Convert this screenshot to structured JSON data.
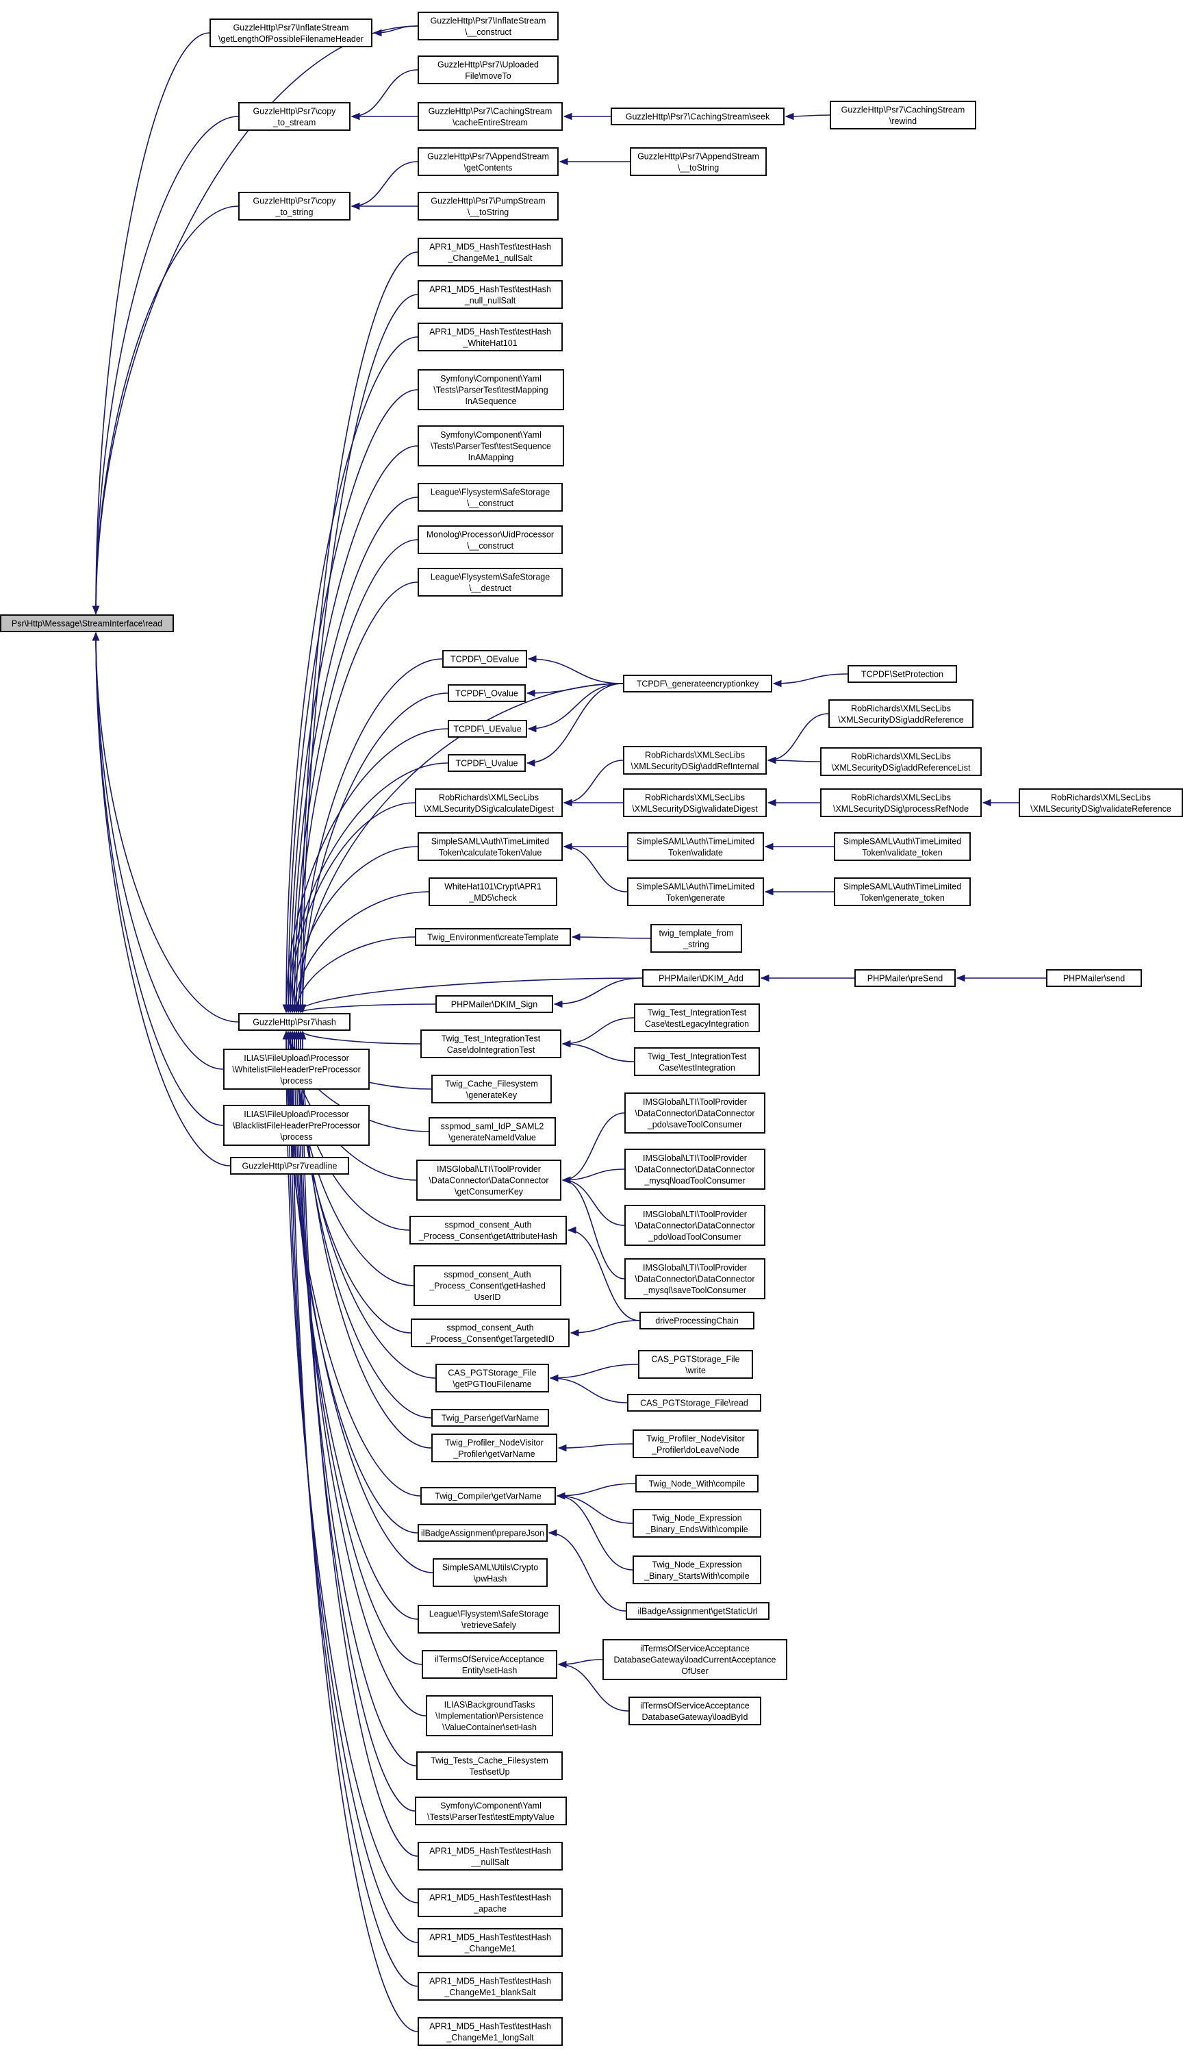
{
  "graph": {
    "root": "Psr\\Http\\Message\\StreamInterface\\read",
    "nodes": {
      "root": [
        "Psr\\Http\\Message\\StreamInterface\\read"
      ],
      "ifs_c": [
        "GuzzleHttp\\Psr7\\InflateStream",
        "\\__construct"
      ],
      "ifs_g": [
        "GuzzleHttp\\Psr7\\InflateStream",
        "\\getLengthOfPossibleFilenameHeader"
      ],
      "cts": [
        "GuzzleHttp\\Psr7\\copy",
        "_to_stream"
      ],
      "uf_m": [
        "GuzzleHttp\\Psr7\\Uploaded",
        "File\\moveTo"
      ],
      "cs_c": [
        "GuzzleHttp\\Psr7\\CachingStream",
        "\\cacheEntireStream"
      ],
      "cs_s": [
        "GuzzleHttp\\Psr7\\CachingStream\\seek"
      ],
      "cs_r": [
        "GuzzleHttp\\Psr7\\CachingStream",
        "\\rewind"
      ],
      "ctstr": [
        "GuzzleHttp\\Psr7\\copy",
        "_to_string"
      ],
      "as_g": [
        "GuzzleHttp\\Psr7\\AppendStream",
        "\\getContents"
      ],
      "as_t": [
        "GuzzleHttp\\Psr7\\AppendStream",
        "\\__toString"
      ],
      "ps_t": [
        "GuzzleHttp\\Psr7\\PumpStream",
        "\\__toString"
      ],
      "apr1": [
        "APR1_MD5_HashTest\\testHash",
        "_ChangeMe1_nullSalt"
      ],
      "apr2": [
        "APR1_MD5_HashTest\\testHash",
        "_null_nullSalt"
      ],
      "apr3": [
        "APR1_MD5_HashTest\\testHash",
        "_WhiteHat101"
      ],
      "yml1": [
        "Symfony\\Component\\Yaml",
        "\\Tests\\ParserTest\\testMapping",
        "InASequence"
      ],
      "yml2": [
        "Symfony\\Component\\Yaml",
        "\\Tests\\ParserTest\\testSequence",
        "InAMapping"
      ],
      "lfs_c": [
        "League\\Flysystem\\SafeStorage",
        "\\__construct"
      ],
      "mono": [
        "Monolog\\Processor\\UidProcessor",
        "\\__construct"
      ],
      "lfs_d": [
        "League\\Flysystem\\SafeStorage",
        "\\__destruct"
      ],
      "tc_oe": [
        "TCPDF\\_OEvalue"
      ],
      "tc_ov": [
        "TCPDF\\_Ovalue"
      ],
      "tc_ue": [
        "TCPDF\\_UEvalue"
      ],
      "tc_uv": [
        "TCPDF\\_Uvalue"
      ],
      "tc_gen": [
        "TCPDF\\_generateencryptionkey"
      ],
      "tc_sp": [
        "TCPDF\\SetProtection"
      ],
      "rr_add": [
        "RobRichards\\XMLSecLibs",
        "\\XMLSecurityDSig\\addReference"
      ],
      "rr_ari": [
        "RobRichards\\XMLSecLibs",
        "\\XMLSecurityDSig\\addRefInternal"
      ],
      "rr_arl": [
        "RobRichards\\XMLSecLibs",
        "\\XMLSecurityDSig\\addReferenceList"
      ],
      "rr_cd": [
        "RobRichards\\XMLSecLibs",
        "\\XMLSecurityDSig\\calculateDigest"
      ],
      "rr_vd": [
        "RobRichards\\XMLSecLibs",
        "\\XMLSecurityDSig\\validateDigest"
      ],
      "rr_prn": [
        "RobRichards\\XMLSecLibs",
        "\\XMLSecurityDSig\\processRefNode"
      ],
      "rr_vr": [
        "RobRichards\\XMLSecLibs",
        "\\XMLSecurityDSig\\validateReference"
      ],
      "ss_ctv": [
        "SimpleSAML\\Auth\\TimeLimited",
        "Token\\calculateTokenValue"
      ],
      "ss_v": [
        "SimpleSAML\\Auth\\TimeLimited",
        "Token\\validate"
      ],
      "ss_vt": [
        "SimpleSAML\\Auth\\TimeLimited",
        "Token\\validate_token"
      ],
      "ss_g": [
        "SimpleSAML\\Auth\\TimeLimited",
        "Token\\generate"
      ],
      "ss_gt": [
        "SimpleSAML\\Auth\\TimeLimited",
        "Token\\generate_token"
      ],
      "wh": [
        "WhiteHat101\\Crypt\\APR1",
        "_MD5\\check"
      ],
      "tw_ct": [
        "Twig_Environment\\createTemplate"
      ],
      "tw_tfs": [
        "twig_template_from",
        "_string"
      ],
      "hash": [
        "GuzzleHttp\\Psr7\\hash"
      ],
      "pm_da": [
        "PHPMailer\\DKIM_Add"
      ],
      "pm_ps": [
        "PHPMailer\\preSend"
      ],
      "pm_s": [
        "PHPMailer\\send"
      ],
      "pm_ds": [
        "PHPMailer\\DKIM_Sign"
      ],
      "tw_li": [
        "Twig_Test_IntegrationTest",
        "Case\\testLegacyIntegration"
      ],
      "tw_dit": [
        "Twig_Test_IntegrationTest",
        "Case\\doIntegrationTest"
      ],
      "tw_ti": [
        "Twig_Test_IntegrationTest",
        "Case\\testIntegration"
      ],
      "tw_cf": [
        "Twig_Cache_Filesystem",
        "\\generateKey"
      ],
      "ims_pdo_s": [
        "IMSGlobal\\LTI\\ToolProvider",
        "\\DataConnector\\DataConnector",
        "_pdo\\saveToolConsumer"
      ],
      "sspm_saml": [
        "sspmod_saml_IdP_SAML2",
        "\\generateNameIdValue"
      ],
      "ims_my_l": [
        "IMSGlobal\\LTI\\ToolProvider",
        "\\DataConnector\\DataConnector",
        "_mysql\\loadToolConsumer"
      ],
      "ims_gck": [
        "IMSGlobal\\LTI\\ToolProvider",
        "\\DataConnector\\DataConnector",
        "\\getConsumerKey"
      ],
      "ims_pdo_l": [
        "IMSGlobal\\LTI\\ToolProvider",
        "\\DataConnector\\DataConnector",
        "_pdo\\loadToolConsumer"
      ],
      "sc_gah": [
        "sspmod_consent_Auth",
        "_Process_Consent\\getAttributeHash"
      ],
      "ims_my_s": [
        "IMSGlobal\\LTI\\ToolProvider",
        "\\DataConnector\\DataConnector",
        "_mysql\\saveToolConsumer"
      ],
      "sc_ghu": [
        "sspmod_consent_Auth",
        "_Process_Consent\\getHashed",
        "UserID"
      ],
      "sc_gti": [
        "sspmod_consent_Auth",
        "_Process_Consent\\getTargetedID"
      ],
      "dpc": [
        "driveProcessingChain"
      ],
      "cas_g": [
        "CAS_PGTStorage_File",
        "\\getPGTIouFilename"
      ],
      "cas_w": [
        "CAS_PGTStorage_File",
        "\\write"
      ],
      "cas_r": [
        "CAS_PGTStorage_File\\read"
      ],
      "tw_p": [
        "Twig_Parser\\getVarName"
      ],
      "tw_pv": [
        "Twig_Profiler_NodeVisitor",
        "_Profiler\\getVarName"
      ],
      "tw_pvl": [
        "Twig_Profiler_NodeVisitor",
        "_Profiler\\doLeaveNode"
      ],
      "tw_c": [
        "Twig_Compiler\\getVarName"
      ],
      "tw_nw": [
        "Twig_Node_With\\compile"
      ],
      "tw_bew": [
        "Twig_Node_Expression",
        "_Binary_EndsWith\\compile"
      ],
      "il_pj": [
        "ilBadgeAssignment\\prepareJson"
      ],
      "tw_bsw": [
        "Twig_Node_Expression",
        "_Binary_StartsWith\\compile"
      ],
      "ssu_pw": [
        "SimpleSAML\\Utils\\Crypto",
        "\\pwHash"
      ],
      "il_gsu": [
        "ilBadgeAssignment\\getStaticUrl"
      ],
      "lfs_r": [
        "League\\Flysystem\\SafeStorage",
        "\\retrieveSafely"
      ],
      "il_tos_s": [
        "ilTermsOfServiceAcceptance",
        "Entity\\setHash"
      ],
      "il_tos_lc": [
        "ilTermsOfServiceAcceptance",
        "DatabaseGateway\\loadCurrentAcceptance",
        "OfUser"
      ],
      "il_tos_lb": [
        "ilTermsOfServiceAcceptance",
        "DatabaseGateway\\loadById"
      ],
      "ilias_bt": [
        "ILIAS\\BackgroundTasks",
        "\\Implementation\\Persistence",
        "\\ValueContainer\\setHash"
      ],
      "tw_tcf": [
        "Twig_Tests_Cache_Filesystem",
        "Test\\setUp"
      ],
      "yml3": [
        "Symfony\\Component\\Yaml",
        "\\Tests\\ParserTest\\testEmptyValue"
      ],
      "apr4": [
        "APR1_MD5_HashTest\\testHash",
        "__nullSalt"
      ],
      "apr5": [
        "APR1_MD5_HashTest\\testHash",
        "_apache"
      ],
      "apr6": [
        "APR1_MD5_HashTest\\testHash",
        "_ChangeMe1"
      ],
      "apr7": [
        "APR1_MD5_HashTest\\testHash",
        "_ChangeMe1_blankSalt"
      ],
      "apr8": [
        "APR1_MD5_HashTest\\testHash",
        "_ChangeMe1_longSalt"
      ],
      "ilias_wl": [
        "ILIAS\\FileUpload\\Processor",
        "\\WhitelistFileHeaderPreProcessor",
        "\\process"
      ],
      "ilias_bl": [
        "ILIAS\\FileUpload\\Processor",
        "\\BlacklistFileHeaderPreProcessor",
        "\\process"
      ],
      "rl": [
        "GuzzleHttp\\Psr7\\readline"
      ]
    },
    "edges": [
      [
        "root",
        "ifs_c"
      ],
      [
        "root",
        "ifs_g"
      ],
      [
        "root",
        "cts"
      ],
      [
        "root",
        "ctstr"
      ],
      [
        "root",
        "hash"
      ],
      [
        "root",
        "ilias_wl"
      ],
      [
        "root",
        "ilias_bl"
      ],
      [
        "root",
        "rl"
      ],
      [
        "ifs_g",
        "ifs_c"
      ],
      [
        "cts",
        "uf_m"
      ],
      [
        "cts",
        "cs_c"
      ],
      [
        "cs_c",
        "cs_s"
      ],
      [
        "cs_s",
        "cs_r"
      ],
      [
        "ctstr",
        "as_g"
      ],
      [
        "ctstr",
        "ps_t"
      ],
      [
        "as_g",
        "as_t"
      ],
      [
        "hash",
        "apr1"
      ],
      [
        "hash",
        "apr2"
      ],
      [
        "hash",
        "apr3"
      ],
      [
        "hash",
        "yml1"
      ],
      [
        "hash",
        "yml2"
      ],
      [
        "hash",
        "lfs_c"
      ],
      [
        "hash",
        "mono"
      ],
      [
        "hash",
        "lfs_d"
      ],
      [
        "hash",
        "tc_gen"
      ],
      [
        "hash",
        "tc_oe"
      ],
      [
        "hash",
        "tc_ov"
      ],
      [
        "hash",
        "tc_ue"
      ],
      [
        "hash",
        "tc_uv"
      ],
      [
        "hash",
        "rr_cd"
      ],
      [
        "hash",
        "ss_ctv"
      ],
      [
        "hash",
        "wh"
      ],
      [
        "hash",
        "tw_ct"
      ],
      [
        "hash",
        "pm_da"
      ],
      [
        "hash",
        "pm_ds"
      ],
      [
        "hash",
        "tw_dit"
      ],
      [
        "hash",
        "tw_cf"
      ],
      [
        "hash",
        "sspm_saml"
      ],
      [
        "hash",
        "ims_gck"
      ],
      [
        "hash",
        "sc_gah"
      ],
      [
        "hash",
        "sc_ghu"
      ],
      [
        "hash",
        "sc_gti"
      ],
      [
        "hash",
        "cas_g"
      ],
      [
        "hash",
        "tw_p"
      ],
      [
        "hash",
        "tw_pv"
      ],
      [
        "hash",
        "tw_c"
      ],
      [
        "hash",
        "il_pj"
      ],
      [
        "hash",
        "ssu_pw"
      ],
      [
        "hash",
        "lfs_r"
      ],
      [
        "hash",
        "il_tos_s"
      ],
      [
        "hash",
        "ilias_bt"
      ],
      [
        "hash",
        "tw_tcf"
      ],
      [
        "hash",
        "yml3"
      ],
      [
        "hash",
        "apr4"
      ],
      [
        "hash",
        "apr5"
      ],
      [
        "hash",
        "apr6"
      ],
      [
        "hash",
        "apr7"
      ],
      [
        "hash",
        "apr8"
      ],
      [
        "tc_oe",
        "tc_gen"
      ],
      [
        "tc_ov",
        "tc_gen"
      ],
      [
        "tc_ue",
        "tc_gen"
      ],
      [
        "tc_uv",
        "tc_gen"
      ],
      [
        "tc_gen",
        "tc_sp"
      ],
      [
        "rr_cd",
        "rr_ari"
      ],
      [
        "rr_cd",
        "rr_vd"
      ],
      [
        "rr_ari",
        "rr_add"
      ],
      [
        "rr_ari",
        "rr_arl"
      ],
      [
        "rr_vd",
        "rr_prn"
      ],
      [
        "rr_prn",
        "rr_vr"
      ],
      [
        "ss_ctv",
        "ss_v"
      ],
      [
        "ss_ctv",
        "ss_g"
      ],
      [
        "ss_v",
        "ss_vt"
      ],
      [
        "ss_g",
        "ss_gt"
      ],
      [
        "tw_ct",
        "tw_tfs"
      ],
      [
        "pm_ds",
        "pm_da"
      ],
      [
        "pm_da",
        "pm_ps"
      ],
      [
        "pm_ps",
        "pm_s"
      ],
      [
        "tw_dit",
        "tw_li"
      ],
      [
        "tw_dit",
        "tw_ti"
      ],
      [
        "ims_gck",
        "ims_pdo_s"
      ],
      [
        "ims_gck",
        "ims_my_l"
      ],
      [
        "ims_gck",
        "ims_pdo_l"
      ],
      [
        "ims_gck",
        "ims_my_s"
      ],
      [
        "sc_gah",
        "dpc"
      ],
      [
        "sc_gti",
        "dpc"
      ],
      [
        "cas_g",
        "cas_w"
      ],
      [
        "cas_g",
        "cas_r"
      ],
      [
        "tw_pv",
        "tw_pvl"
      ],
      [
        "tw_c",
        "tw_nw"
      ],
      [
        "tw_c",
        "tw_bew"
      ],
      [
        "tw_c",
        "tw_bsw"
      ],
      [
        "il_pj",
        "il_gsu"
      ],
      [
        "il_tos_s",
        "il_tos_lc"
      ],
      [
        "il_tos_s",
        "il_tos_lb"
      ]
    ]
  }
}
